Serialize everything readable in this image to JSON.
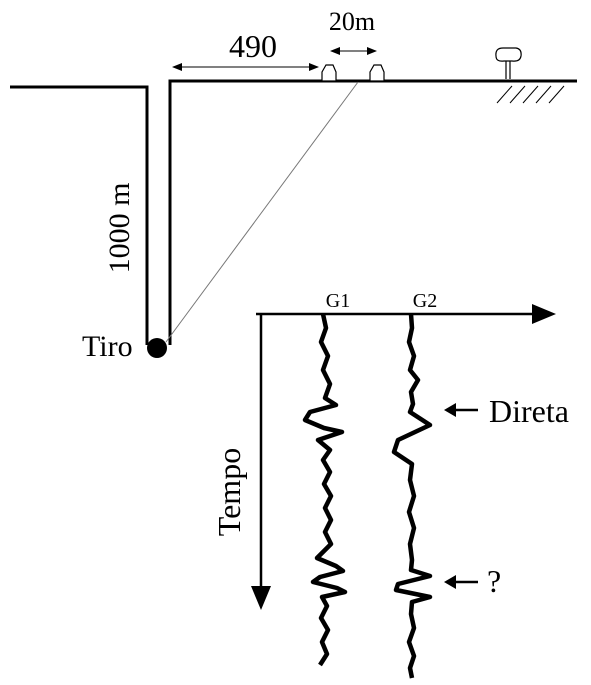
{
  "labels": {
    "offset_distance": "490",
    "geophone_spacing": "20m",
    "well_depth": "1000 m",
    "shot": "Tiro",
    "time_axis": "Tempo",
    "trace_1": "G1",
    "trace_2": "G2",
    "direct_arrival": "Direta",
    "unknown_arrival": "?"
  },
  "icons": {
    "geophone": "geophone-icon",
    "tree": "tree-icon",
    "shot_point": "shot-point-icon",
    "ground_hatch": "ground-hatch-icon"
  },
  "colors": {
    "ink": "#000000",
    "ray": "#777777"
  }
}
